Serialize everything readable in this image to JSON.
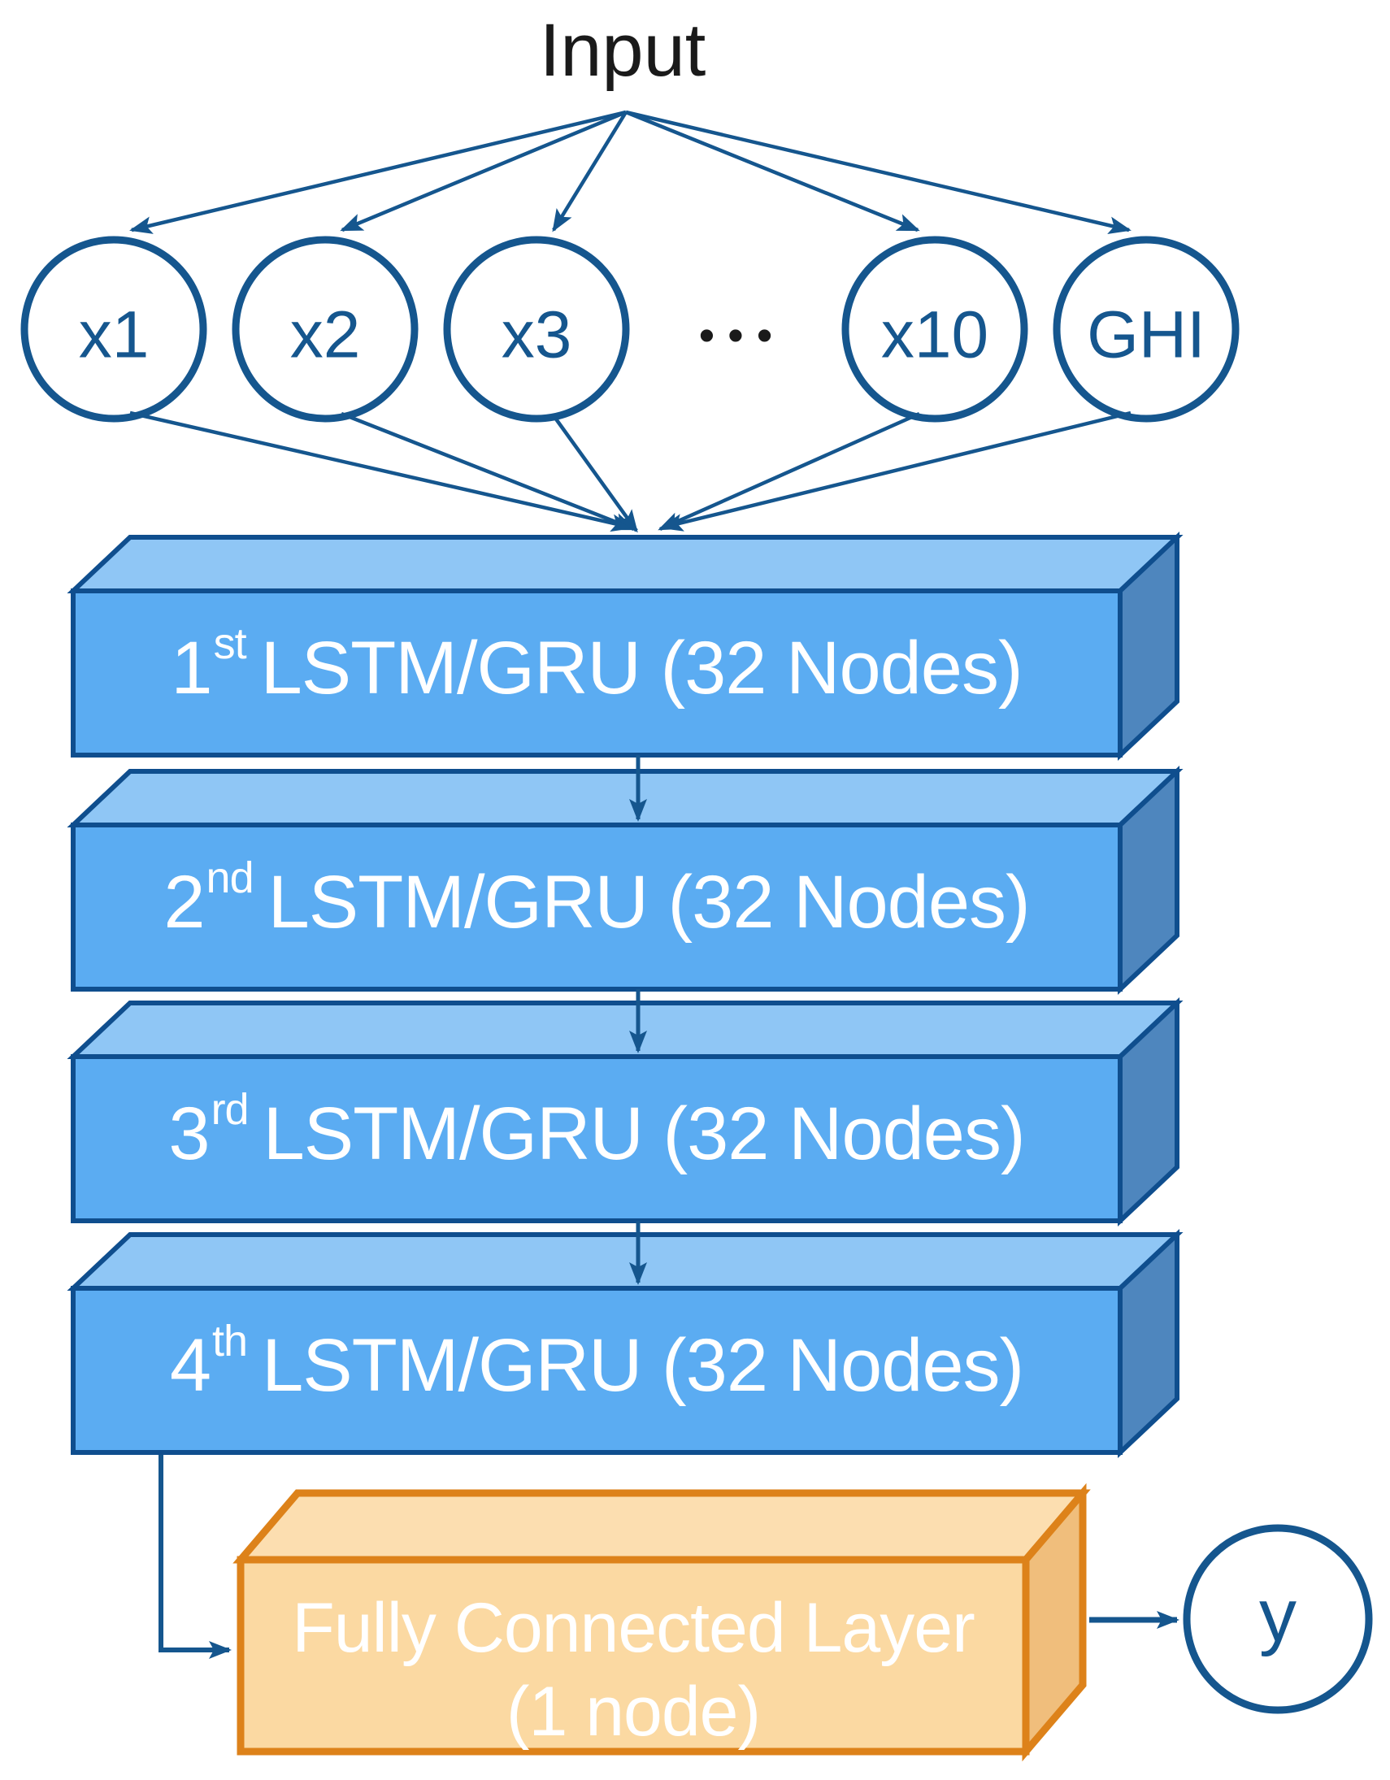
{
  "diagram": {
    "title": "Input",
    "ellipsis": "•••",
    "input_nodes": [
      "x1",
      "x2",
      "x3",
      "x10",
      "GHI"
    ],
    "layers": [
      {
        "ordinal": "1",
        "suffix": "st",
        "rest": "LSTM/GRU (32 Nodes)"
      },
      {
        "ordinal": "2",
        "suffix": "nd",
        "rest": "LSTM/GRU (32 Nodes)"
      },
      {
        "ordinal": "3",
        "suffix": "rd",
        "rest": "LSTM/GRU (32 Nodes)"
      },
      {
        "ordinal": "4",
        "suffix": "th",
        "rest": "LSTM/GRU (32 Nodes)"
      }
    ],
    "fc_layer": {
      "line1": "Fully Connected Layer",
      "line2": "(1 node)"
    },
    "output_node": "y",
    "colors": {
      "edge_blue": "#15568E",
      "layer_front": "#5BACF2",
      "layer_top": "#8FC6F5",
      "layer_side": "#4E86BE",
      "layer_border": "#0F4E8E",
      "fc_front": "#FBD9A2",
      "fc_top": "#FCDEB0",
      "fc_side": "#F0BE7C",
      "fc_border": "#DD821A",
      "label_text": "#FFFFFF",
      "title_text": "#1A1A1A"
    }
  }
}
